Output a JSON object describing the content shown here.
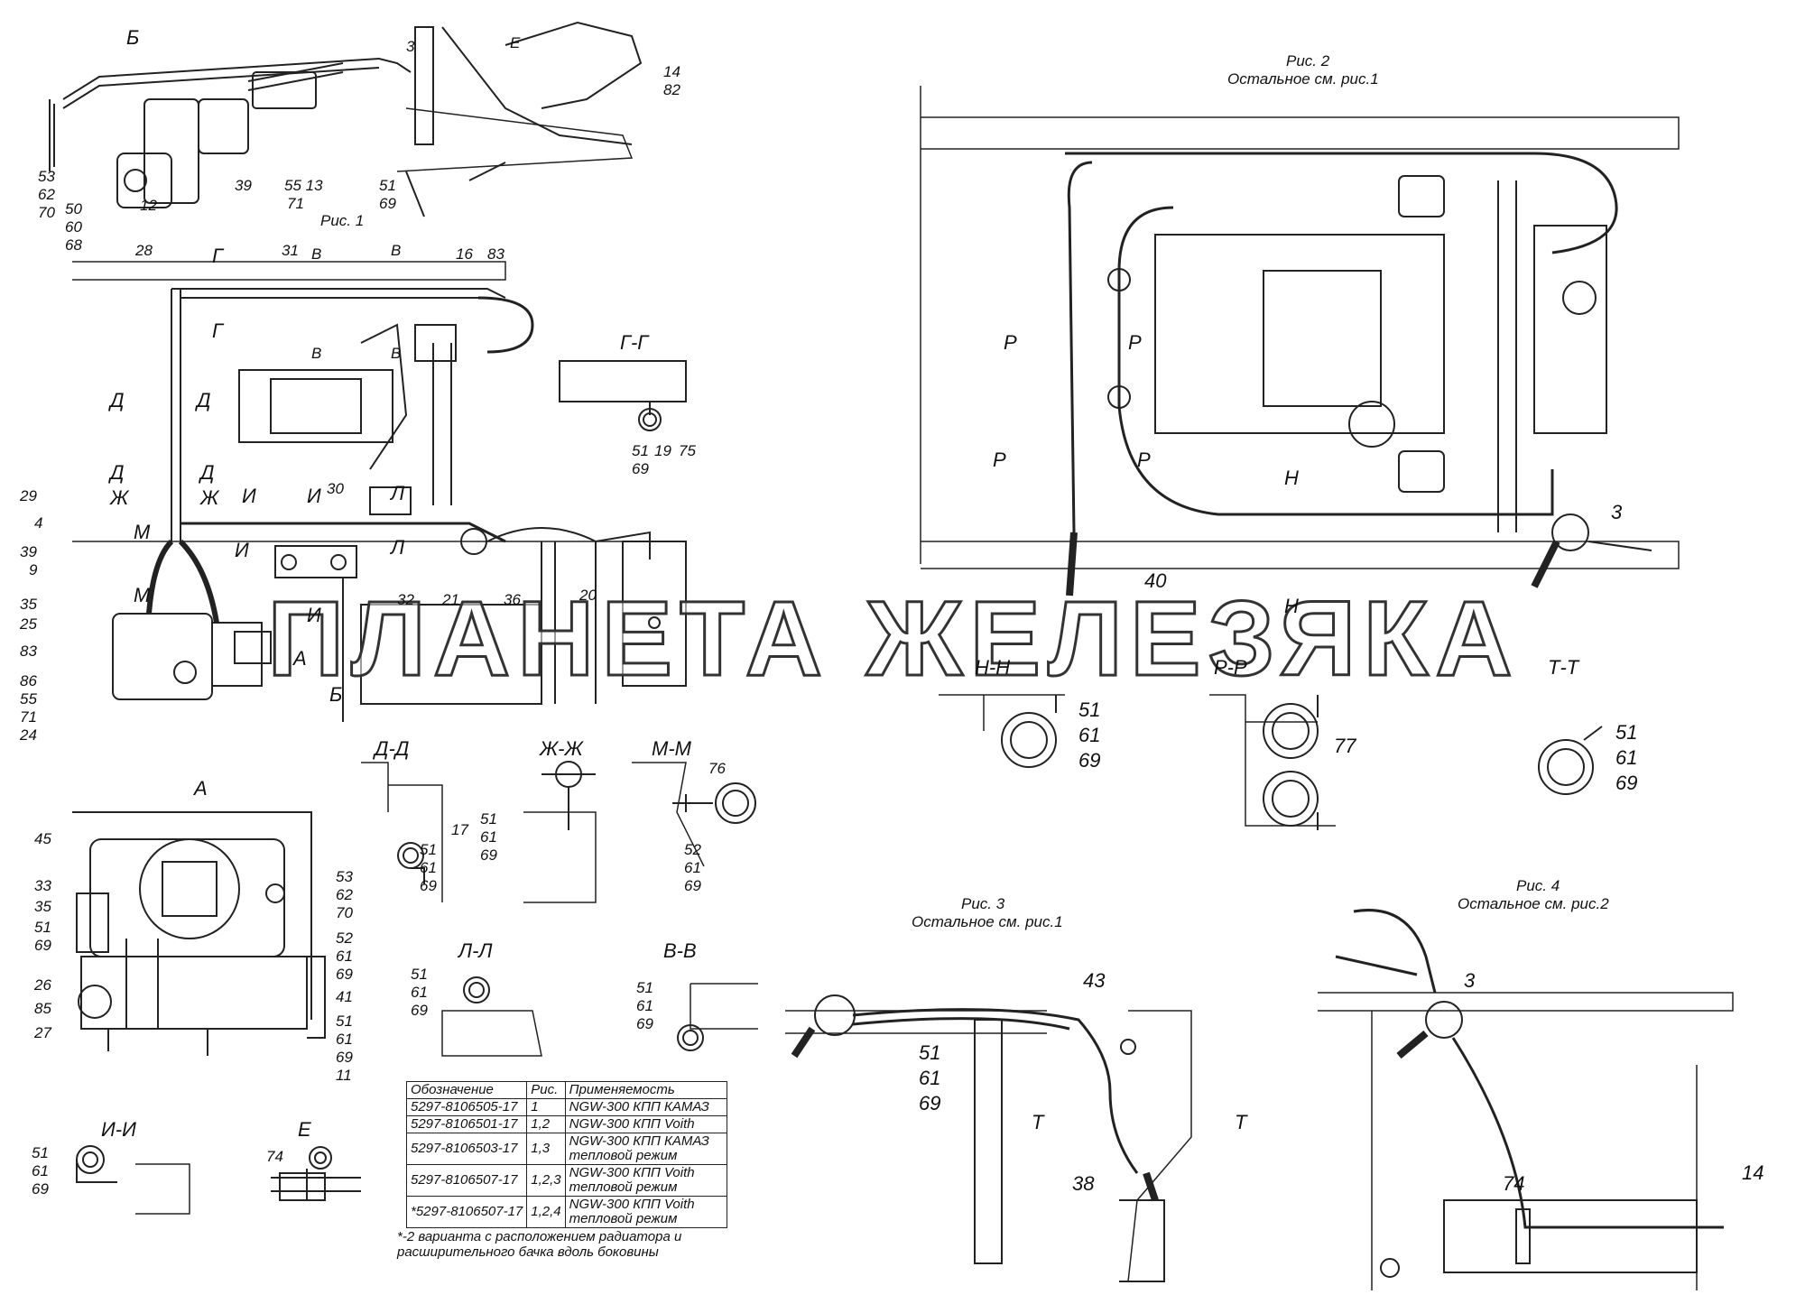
{
  "figures": {
    "fig1": "Рис. 1",
    "fig2": "Рис. 2",
    "fig2_note": "Остальное см. рис.1",
    "fig3": "Рис. 3",
    "fig3_note": "Остальное см. рис.1",
    "fig4": "Рис. 4",
    "fig4_note": "Остальное см. рис.2"
  },
  "views": {
    "b": "Б",
    "e": "Е",
    "a": "А",
    "g": "Г",
    "gg": "Г-Г",
    "v": "В",
    "d": "Д",
    "dd": "Д-Д",
    "zh": "Ж",
    "zhzh": "Ж-Ж",
    "m": "М",
    "mm": "М-М",
    "i": "И",
    "ii": "И-И",
    "l": "Л",
    "ll": "Л-Л",
    "vv": "В-В",
    "nn": "Н-Н",
    "pp": "Р-Р",
    "tt": "Т-Т",
    "r": "Р",
    "n": "Н",
    "t": "Т"
  },
  "callouts": {
    "c3": "3",
    "c14": "14",
    "c82": "82",
    "c53": "53",
    "c62": "62",
    "c70": "70",
    "c50": "50",
    "c60": "60",
    "c68": "68",
    "c12": "12",
    "c39": "39",
    "c55_13": "55 13",
    "c71": "71",
    "c51": "51",
    "c69": "69",
    "c28": "28",
    "c31": "31",
    "c16": "16",
    "c83": "83",
    "c19": "19",
    "c75": "75",
    "c29": "29",
    "c4": "4",
    "c30": "30",
    "c9": "9",
    "c35": "35",
    "c25": "25",
    "c86": "86",
    "c55": "55",
    "c24": "24",
    "c32": "32",
    "c21": "21",
    "c36": "36",
    "c20": "20",
    "c40": "40",
    "c61": "61",
    "c77": "77",
    "c17": "17",
    "c76": "76",
    "c52": "52",
    "c45": "45",
    "c33": "33",
    "c26": "26",
    "c85": "85",
    "c27": "27",
    "c41": "41",
    "c11": "11",
    "c74": "74",
    "c43": "43",
    "c38": "38"
  },
  "table": {
    "headers": [
      "Обозначение",
      "Рис.",
      "Применяемость"
    ],
    "rows": [
      [
        "5297-8106505-17",
        "1",
        "NGW-300 КПП КАМАЗ"
      ],
      [
        "5297-8106501-17",
        "1,2",
        "NGW-300 КПП Voith"
      ],
      [
        "5297-8106503-17",
        "1,3",
        "NGW-300 КПП КАМАЗ тепловой режим"
      ],
      [
        "5297-8106507-17",
        "1,2,3",
        "NGW-300 КПП Voith тепловой режим"
      ],
      [
        "*5297-8106507-17",
        "1,2,4",
        "NGW-300 КПП Voith тепловой режим"
      ]
    ]
  },
  "footnote": "*-2 варианта с расположением радиатора и расширительного бачка вдоль боковины",
  "watermark": "ПЛАНЕТА ЖЕЛЕЗЯКА"
}
